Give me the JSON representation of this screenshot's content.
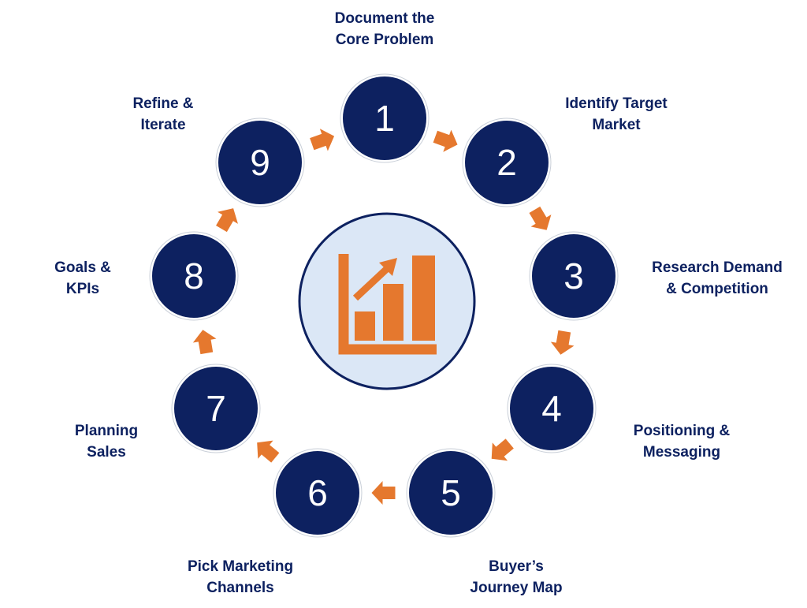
{
  "colors": {
    "node_fill": "#0d2160",
    "node_ring": "#ffffff",
    "arrow": "#e5782e",
    "label": "#0d2160",
    "center_fill": "#dbe7f6",
    "center_stroke": "#0d2160",
    "icon": "#e5782e"
  },
  "center": {
    "icon": "bar-chart-growth-icon"
  },
  "steps": [
    {
      "number": "1",
      "label": [
        "Document the",
        "Core Problem"
      ]
    },
    {
      "number": "2",
      "label": [
        "Identify Target",
        "Market"
      ]
    },
    {
      "number": "3",
      "label": [
        "Research Demand",
        "& Competition"
      ]
    },
    {
      "number": "4",
      "label": [
        "Positioning &",
        "Messaging"
      ]
    },
    {
      "number": "5",
      "label": [
        "Buyer’s",
        "Journey Map"
      ]
    },
    {
      "number": "6",
      "label": [
        "Pick Marketing",
        "Channels"
      ]
    },
    {
      "number": "7",
      "label": [
        "Planning",
        "Sales"
      ]
    },
    {
      "number": "8",
      "label": [
        "Goals &",
        "KPIs"
      ]
    },
    {
      "number": "9",
      "label": [
        "Refine &",
        "Iterate"
      ]
    }
  ]
}
